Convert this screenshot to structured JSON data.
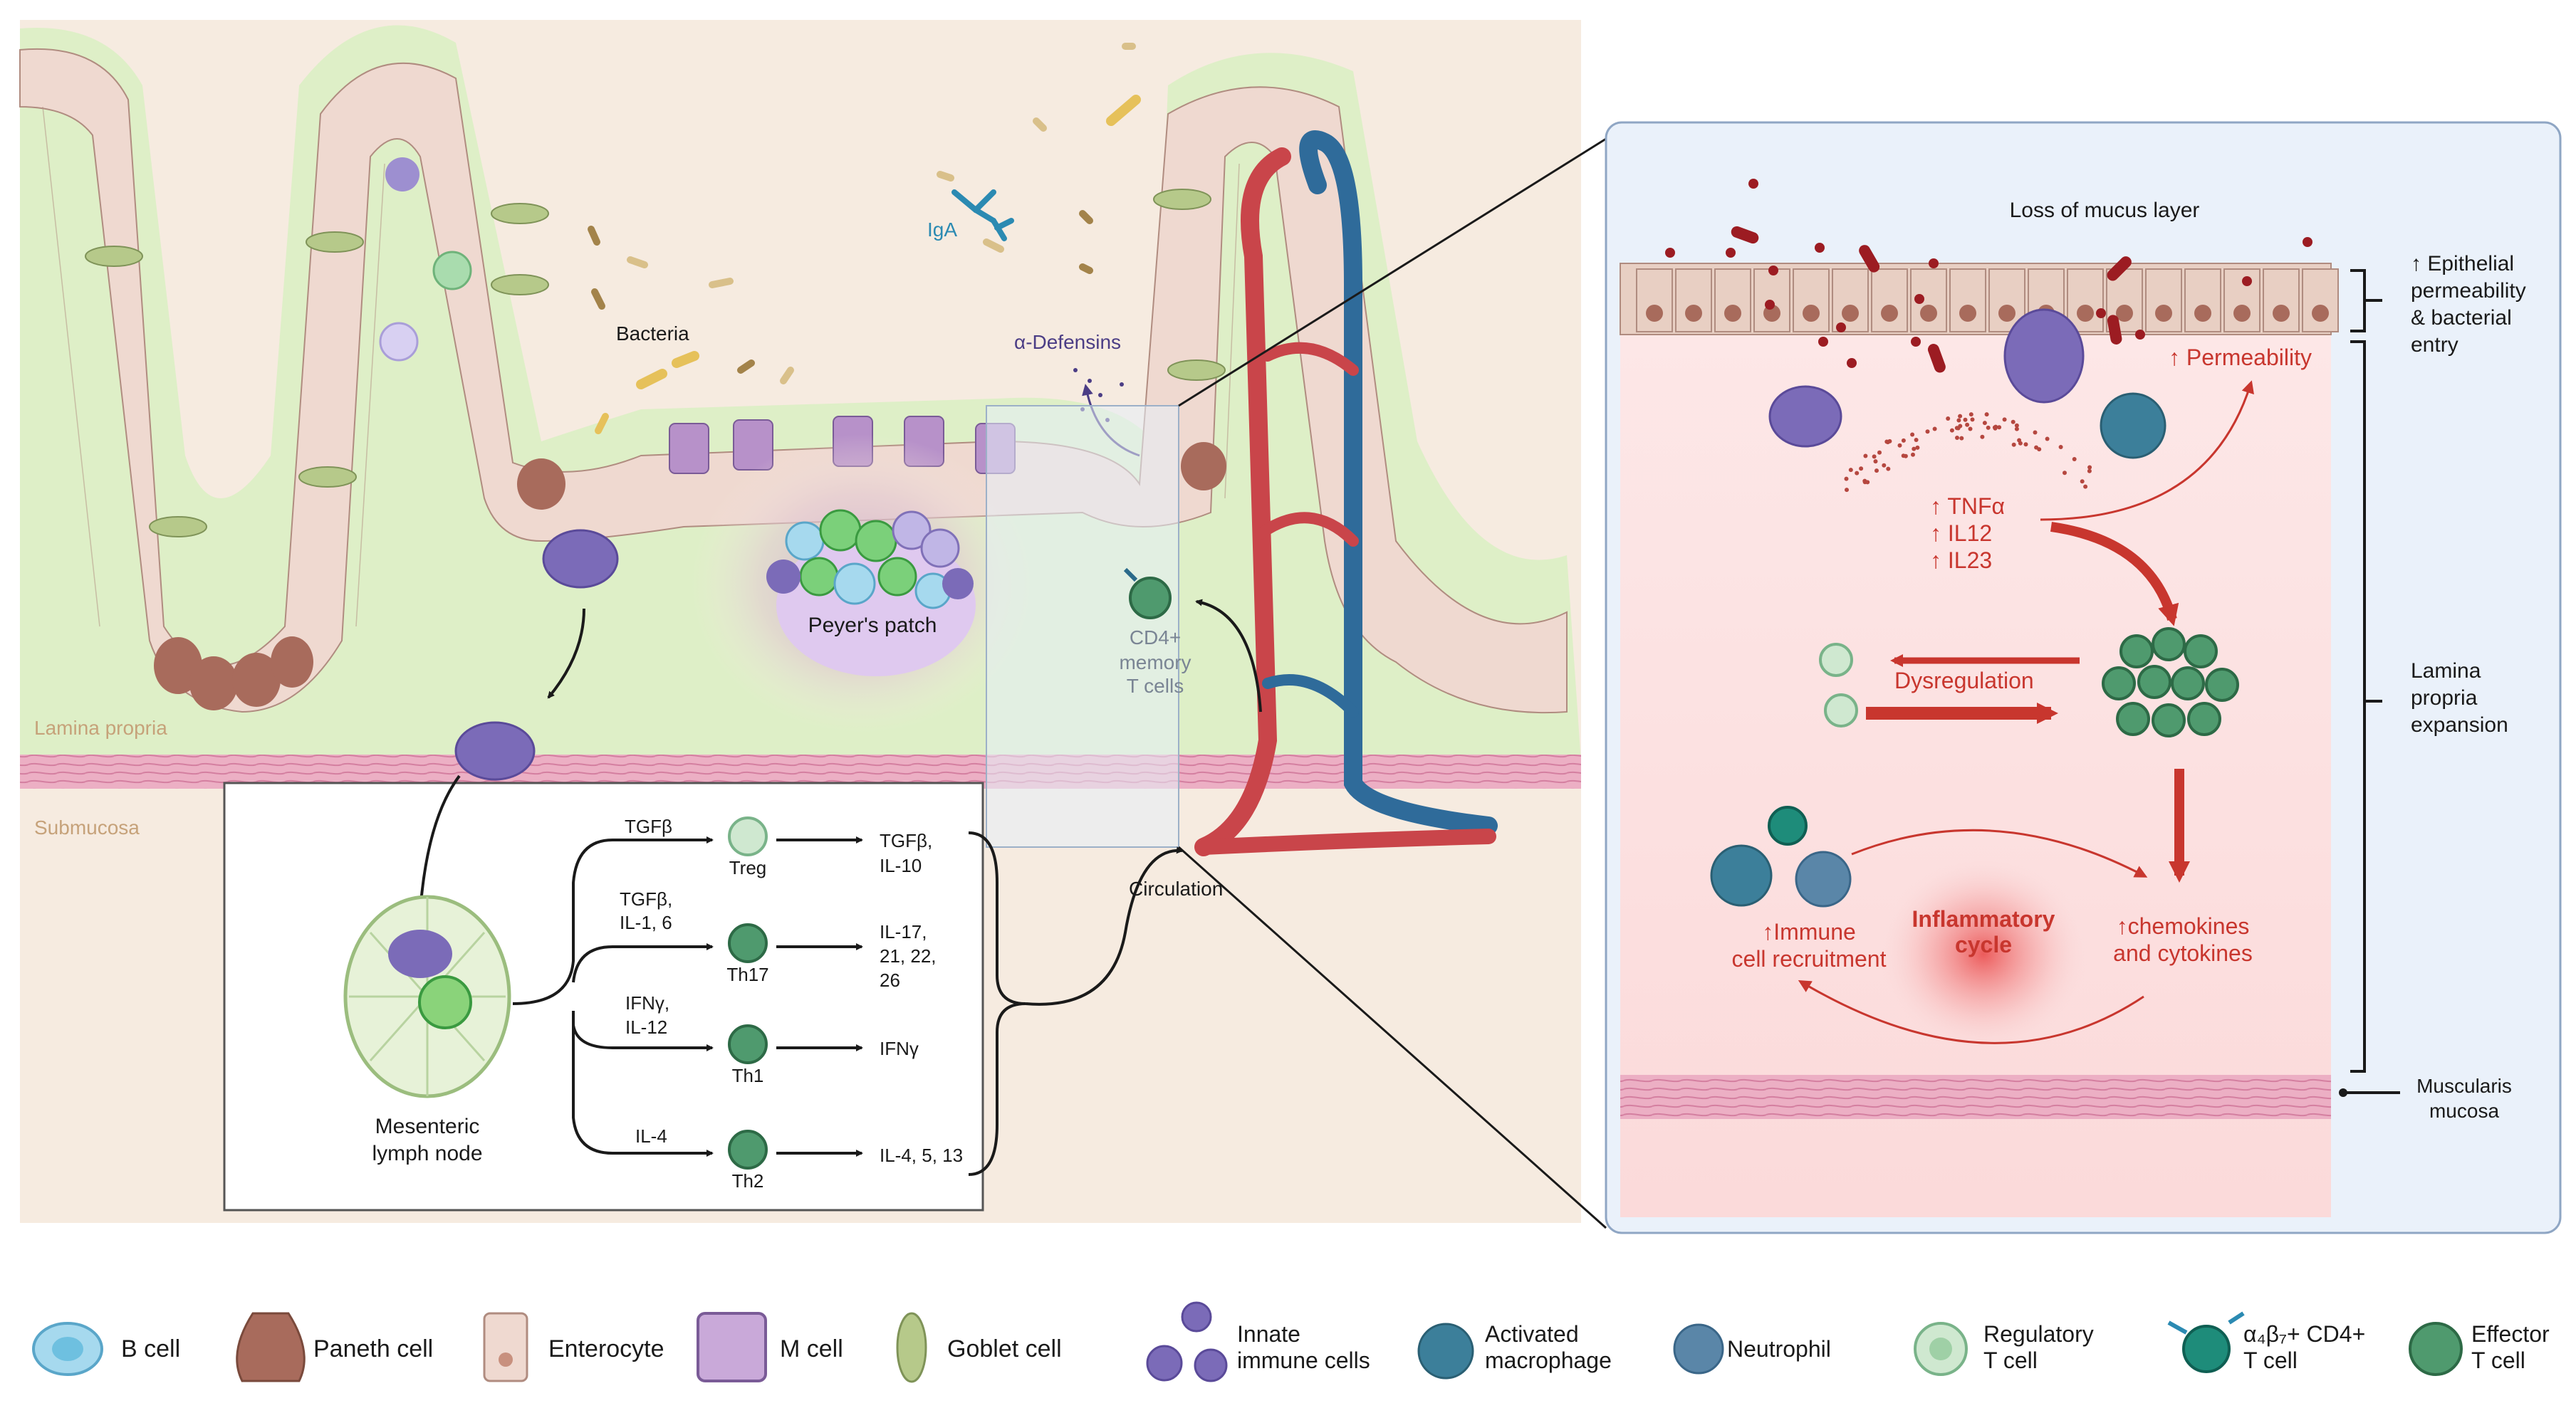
{
  "tissue": {
    "lamina_propria": "Lamina propria",
    "submucosa": "Submucosa",
    "bacteria": "Bacteria",
    "iga": "IgA",
    "defensins": "α-Defensins",
    "peyers_patch": "Peyer's patch",
    "cd4_line1": "CD4+",
    "cd4_line2": "memory",
    "cd4_line3": "T cells",
    "circulation": "Circulation"
  },
  "lymph": {
    "node_line1": "Mesenteric",
    "node_line2": "lymph node",
    "tgfb": "TGFβ",
    "treg": "Treg",
    "treg_out1": "TGFβ,",
    "treg_out2": "IL-10",
    "th17_in1": "TGFβ,",
    "th17_in2": "IL-1, 6",
    "th17": "Th17",
    "th17_out1": "IL-17,",
    "th17_out2": "21, 22,",
    "th17_out3": "26",
    "th1_in1": "IFNγ,",
    "th1_in2": "IL-12",
    "th1": "Th1",
    "th1_out": "IFNγ",
    "th2_in": "IL-4",
    "th2": "Th2",
    "th2_out": "IL-4, 5, 13"
  },
  "inset": {
    "mucus": "Loss of mucus layer",
    "permeability": "↑ Permeability",
    "tnf": "↑ TNFα",
    "il12": "↑ IL12",
    "il23": "↑ IL23",
    "dysregulation": "Dysregulation",
    "recruit1": "↑Immune",
    "recruit2": "cell recruitment",
    "cycle1": "Inflammatory",
    "cycle2": "cycle",
    "chemo1": "↑chemokines",
    "chemo2": "and cytokines"
  },
  "side": {
    "epi1": "↑ Epithelial",
    "epi2": "permeability",
    "epi3": "& bacterial",
    "epi4": "entry",
    "lp1": "Lamina",
    "lp2": "propria",
    "lp3": "expansion",
    "mm1": "Muscularis",
    "mm2": "mucosa"
  },
  "legend": {
    "b_cell": "B cell",
    "paneth": "Paneth cell",
    "enterocyte": "Enterocyte",
    "m_cell": "M cell",
    "goblet": "Goblet cell",
    "innate1": "Innate",
    "innate2": "immune cells",
    "macro1": "Activated",
    "macro2": "macrophage",
    "neutrophil": "Neutrophil",
    "treg1": "Regulatory",
    "treg2": "T cell",
    "a4b71": "α₄β₇+ CD4+",
    "a4b72": "T cell",
    "eff1": "Effector",
    "eff2": "T cell"
  },
  "colors": {
    "lamina": "#f6ebe0",
    "mucus": "#dcefc4",
    "enterocyte": "#efd9d0",
    "inset_bg": "#eaf1fa",
    "inset_tissue": "#fbe1e1",
    "red": "#c8362e",
    "blue_vessel": "#2f6b9a",
    "red_vessel": "#c9454a",
    "purple": "#7b6bb8",
    "green_cell": "#3f8f5f"
  }
}
